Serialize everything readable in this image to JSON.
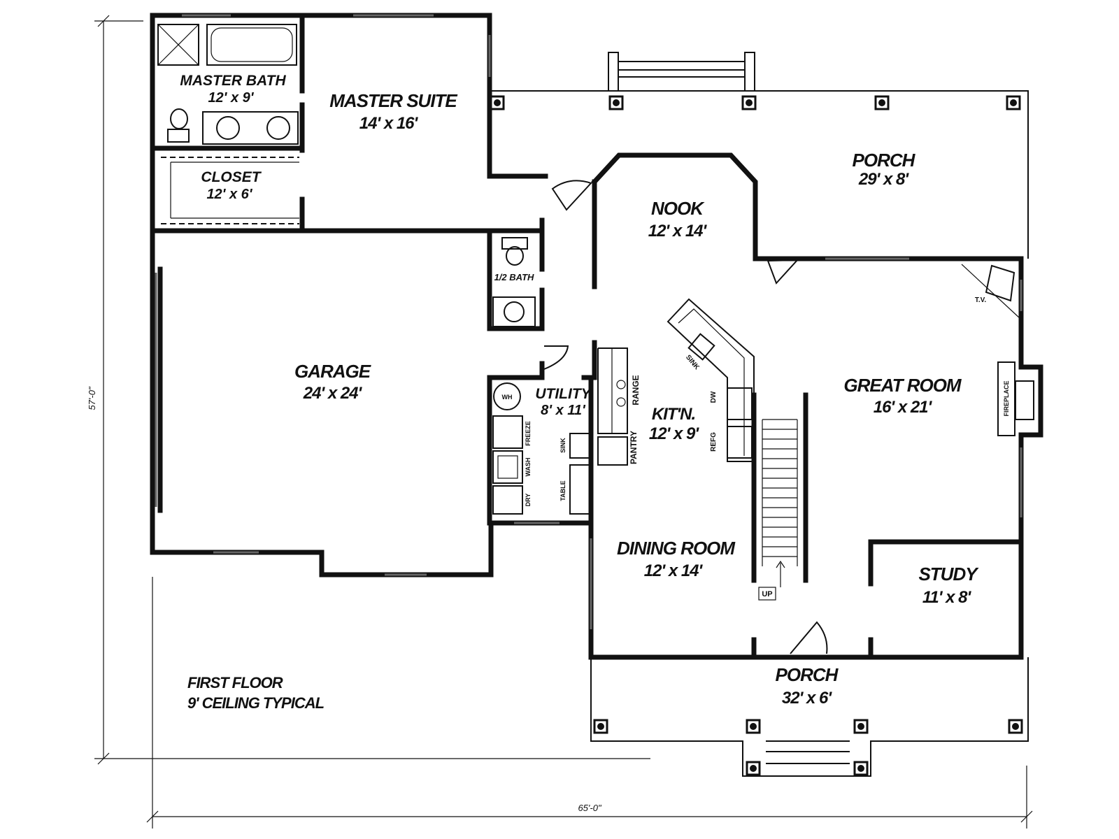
{
  "rooms": {
    "master_bath": {
      "name": "MASTER BATH",
      "size": "12' x 9'"
    },
    "master_suite": {
      "name": "MASTER SUITE",
      "size": "14' x 16'"
    },
    "closet": {
      "name": "CLOSET",
      "size": "12' x 6'"
    },
    "porch_rear": {
      "name": "PORCH",
      "size": "29' x 8'"
    },
    "nook": {
      "name": "NOOK",
      "size": "12' x 14'"
    },
    "half_bath": {
      "name": "1/2 BATH"
    },
    "garage": {
      "name": "GARAGE",
      "size": "24' x 24'"
    },
    "utility": {
      "name": "UTILITY",
      "size": "8' x 11'"
    },
    "kitchen": {
      "name": "KIT'N.",
      "size": "12' x 9'"
    },
    "great_room": {
      "name": "GREAT ROOM",
      "size": "16' x 21'"
    },
    "dining_room": {
      "name": "DINING ROOM",
      "size": "12' x 14'"
    },
    "study": {
      "name": "STUDY",
      "size": "11' x 8'"
    },
    "porch_front": {
      "name": "PORCH",
      "size": "32' x 6'"
    }
  },
  "fixtures": {
    "tv": "T.V.",
    "fireplace": "FIREPLACE",
    "sink_kitchen": "SINK",
    "dw": "DW",
    "range": "RANGE",
    "pantry": "PANTRY",
    "refg": "REFG",
    "wh": "WH",
    "freeze": "FREEZE",
    "wash": "WASH",
    "dry": "DRY",
    "sink_utility": "SINK",
    "table": "TABLE",
    "stairs_up": "UP"
  },
  "notes": {
    "line1": "FIRST FLOOR",
    "line2": "9' CEILING TYPICAL"
  },
  "dimensions": {
    "depth": "57'-0\"",
    "width": "65'-0\""
  }
}
